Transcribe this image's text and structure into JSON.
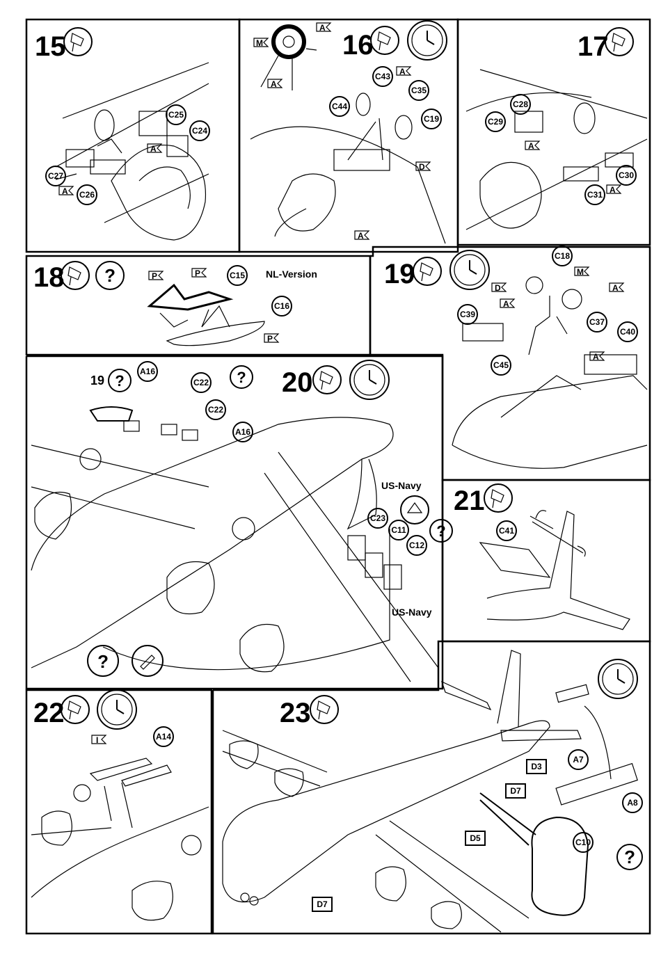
{
  "steps": {
    "s15": {
      "number": "15",
      "parts": [
        "C25",
        "C24",
        "C27",
        "C26"
      ],
      "marks": [
        "A",
        "A"
      ]
    },
    "s16": {
      "number": "16",
      "parts": [
        "C43",
        "C35",
        "C44",
        "C19"
      ],
      "marks": [
        "A",
        "M",
        "A",
        "A",
        "D",
        "A"
      ]
    },
    "s17": {
      "number": "17",
      "parts": [
        "C28",
        "C29",
        "C30",
        "C31"
      ],
      "marks": [
        "A",
        "A"
      ]
    },
    "s18": {
      "number": "18",
      "parts": [
        "C15",
        "C16"
      ],
      "marks": [
        "P",
        "P",
        "P"
      ],
      "note": "NL-Version"
    },
    "s19": {
      "number": "19",
      "parts": [
        "C18",
        "C39",
        "C37",
        "C40",
        "C45"
      ],
      "marks": [
        "M",
        "D",
        "A",
        "A",
        "A"
      ]
    },
    "s20": {
      "number": "20",
      "parts": [
        "A16",
        "C22",
        "C22",
        "A16",
        "C23",
        "C11",
        "C12"
      ],
      "ref": "19",
      "notes": [
        "US-Navy",
        "US-Navy"
      ]
    },
    "s21": {
      "number": "21",
      "parts": [
        "C41"
      ]
    },
    "s22": {
      "number": "22",
      "parts": [
        "A14"
      ],
      "marks": [
        "I"
      ]
    },
    "s23": {
      "number": "23",
      "parts": [
        "D3",
        "D7",
        "D5",
        "D7",
        "C10",
        "A7",
        "A8"
      ]
    }
  },
  "icons": [
    "glue-icon",
    "clock-icon",
    "question-icon",
    "paint-icon",
    "rotate-icon"
  ]
}
